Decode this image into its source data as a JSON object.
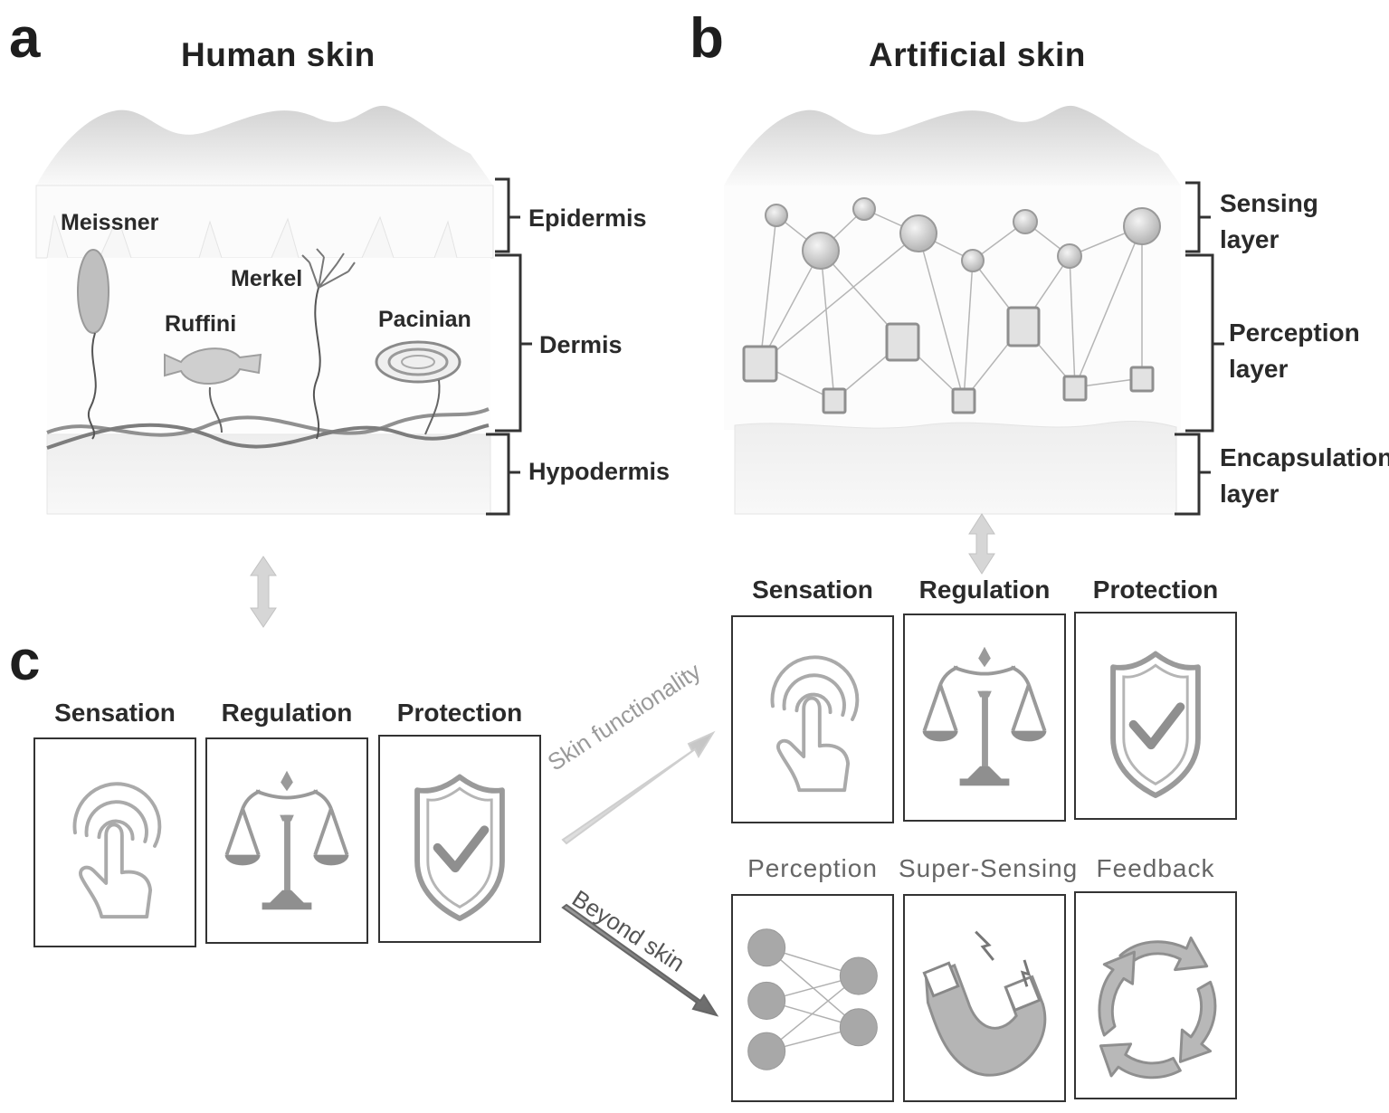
{
  "panels": {
    "a": {
      "letter": "a",
      "title": "Human skin",
      "receptors": [
        "Meissner",
        "Ruffini",
        "Merkel",
        "Pacinian"
      ],
      "layers": [
        "Epidermis",
        "Dermis",
        "Hypodermis"
      ]
    },
    "b": {
      "letter": "b",
      "title": "Artificial skin",
      "layers": [
        {
          "line1": "Sensing",
          "line2": "layer"
        },
        {
          "line1": "Perception",
          "line2": "layer"
        },
        {
          "line1": "Encapsulation",
          "line2": "layer"
        }
      ]
    },
    "c": {
      "letter": "c"
    }
  },
  "functions": {
    "human": [
      "Sensation",
      "Regulation",
      "Protection"
    ],
    "artificial_skin": [
      "Sensation",
      "Regulation",
      "Protection"
    ],
    "beyond": [
      "Perception",
      "Super-Sensing",
      "Feedback"
    ]
  },
  "arrows": {
    "upper": "Skin functionality",
    "lower": "Beyond skin"
  },
  "icons": [
    "fingerprint-touch-icon",
    "balance-scale-icon",
    "shield-check-icon",
    "neural-network-icon",
    "magnet-icon",
    "cycle-arrows-icon"
  ]
}
